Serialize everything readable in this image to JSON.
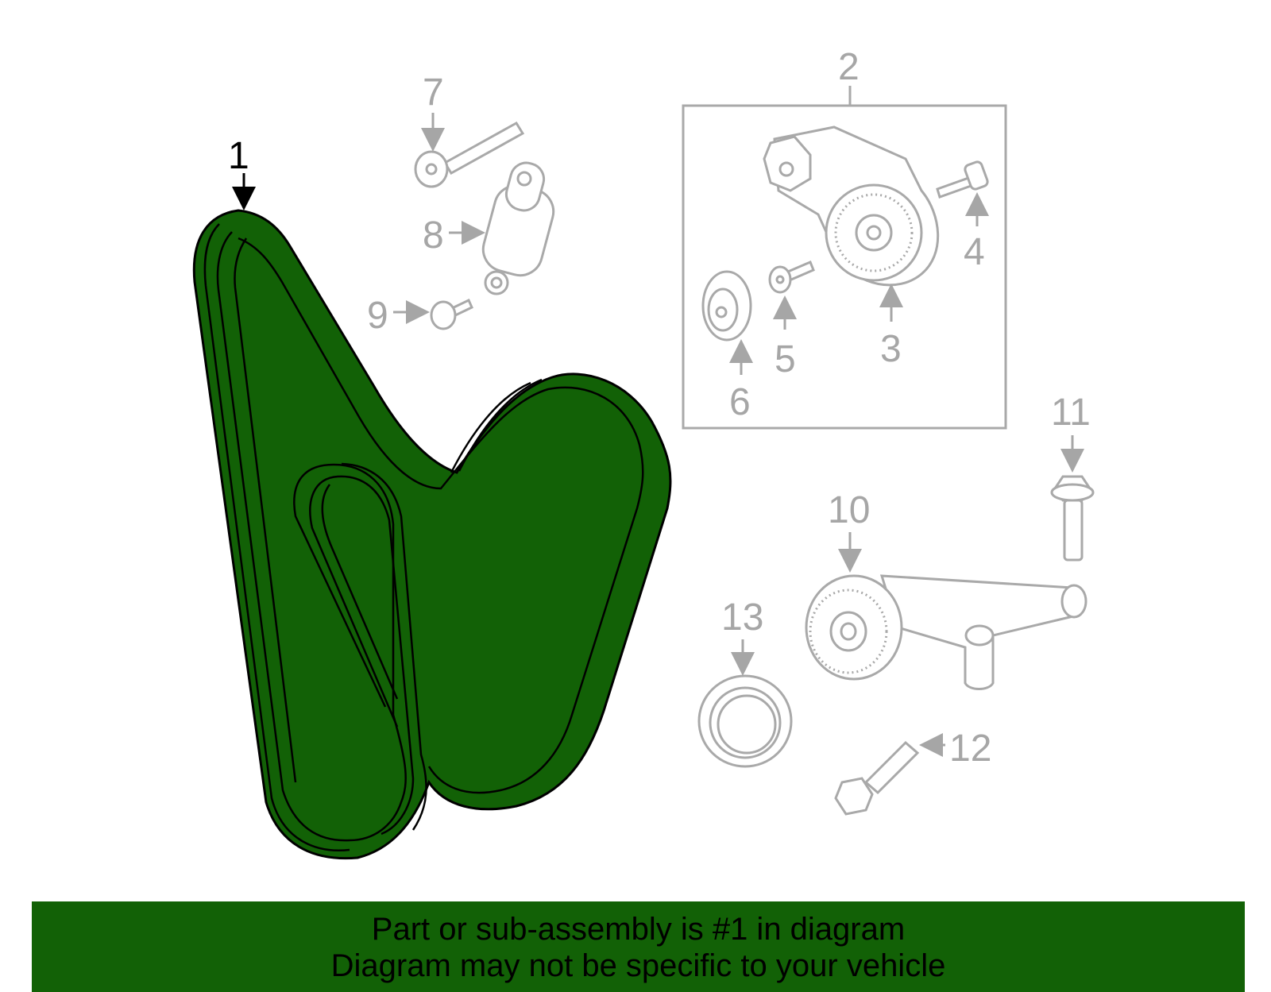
{
  "diagram": {
    "highlight_color": "#126106",
    "muted_color": "#a9a9a9",
    "callouts": [
      "1",
      "2",
      "3",
      "4",
      "5",
      "6",
      "7",
      "8",
      "9",
      "10",
      "11",
      "12",
      "13"
    ],
    "highlighted_part": "1"
  },
  "banner": {
    "line1": "Part or sub-assembly is #1 in diagram",
    "line2": "Diagram may not be specific to your vehicle"
  }
}
